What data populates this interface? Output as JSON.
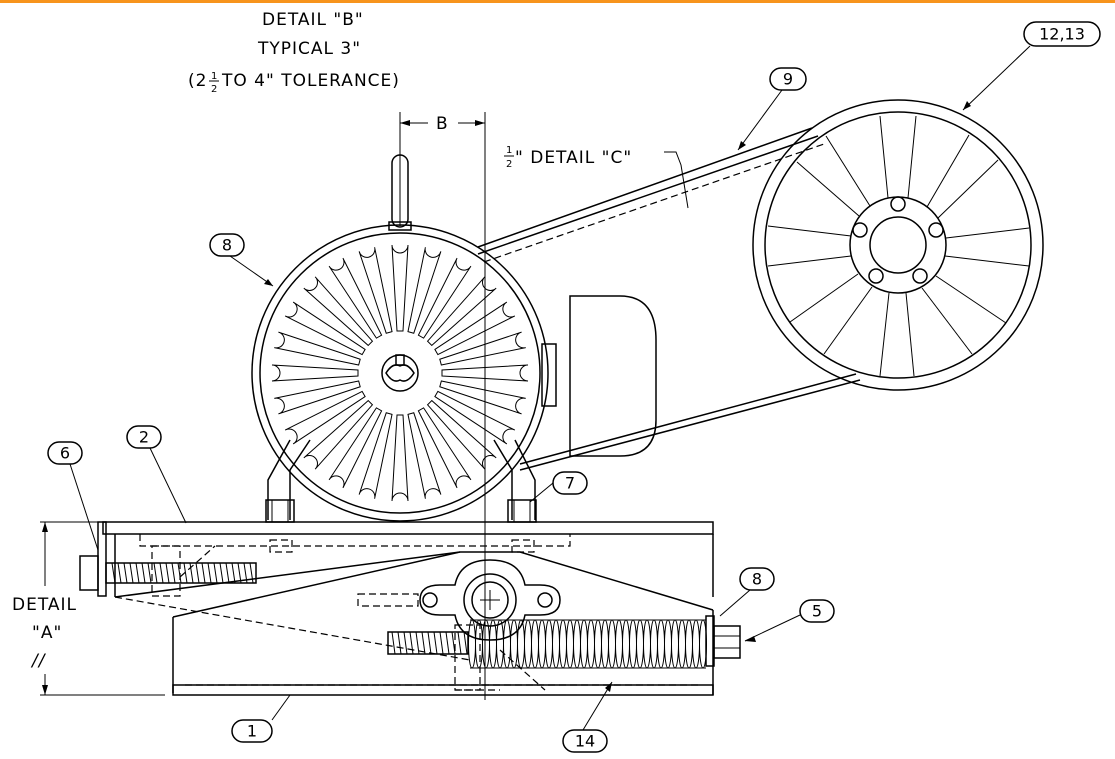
{
  "colors": {
    "top_bar": "#f7941d",
    "line": "#000000",
    "background": "#ffffff"
  },
  "detail_b": {
    "line1": "DETAIL  \"B\"",
    "line2": "TYPICAL  3\"",
    "line3_prefix": "(2",
    "line3_frac_num": "1",
    "line3_frac_den": "2",
    "line3_suffix": " TO  4\"  TOLERANCE)"
  },
  "dimension_b": {
    "label": "B"
  },
  "detail_c": {
    "frac_num": "1",
    "frac_den": "2",
    "text": "\"  DETAIL  \"C\""
  },
  "detail_a": {
    "line1": "DETAIL",
    "line2": "\"A\"",
    "symbol": "//"
  },
  "callouts": {
    "c1": "1",
    "c2": "2",
    "c5": "5",
    "c6": "6",
    "c7": "7",
    "c8_motor": "8",
    "c8_bracket": "8",
    "c9": "9",
    "c12_13": "12,13",
    "c14": "14"
  }
}
